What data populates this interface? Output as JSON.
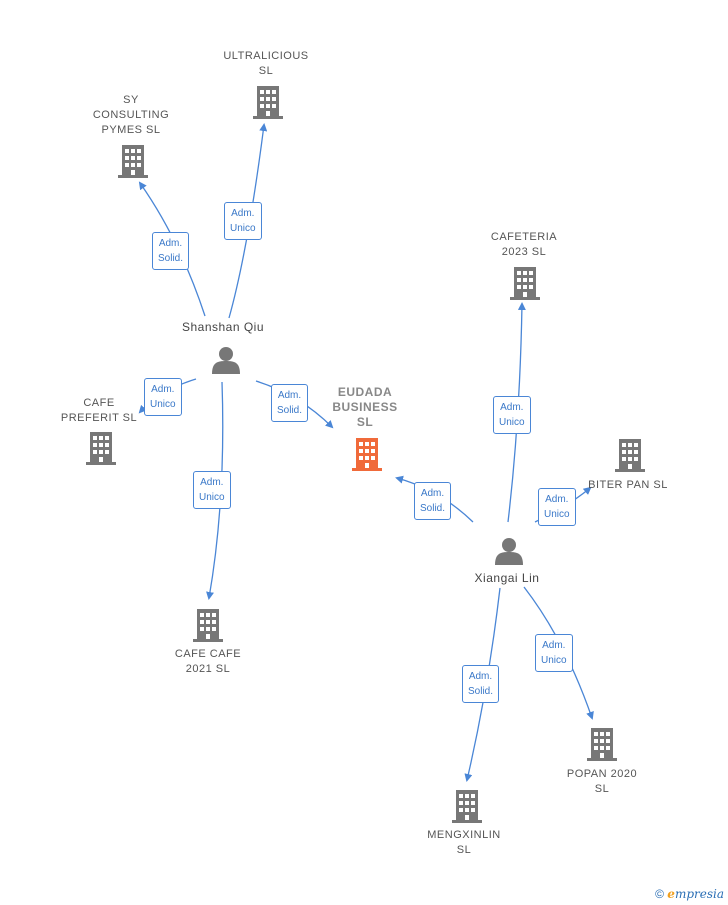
{
  "colors": {
    "edge": "#4a86d6",
    "company": "#777777",
    "focus_company": "#f06a3a",
    "person": "#777777"
  },
  "companies": [
    {
      "id": "ultralicious",
      "label": "ULTRALICIOUS\nSL",
      "focus": false
    },
    {
      "id": "sy-consulting",
      "label": "SY\nCONSULTING\nPYMES  SL",
      "focus": false
    },
    {
      "id": "cafe-preferit",
      "label": "CAFE\nPREFERIT  SL",
      "focus": false
    },
    {
      "id": "eudada",
      "label": "EUDADA\nBUSINESS\nSL",
      "focus": true
    },
    {
      "id": "cafe-cafe",
      "label": "CAFE CAFE\n2021  SL",
      "focus": false
    },
    {
      "id": "cafeteria",
      "label": "CAFETERIA\n2023  SL",
      "focus": false
    },
    {
      "id": "biter-pan",
      "label": "BITER PAN  SL",
      "focus": false
    },
    {
      "id": "popan",
      "label": "POPAN 2020\nSL",
      "focus": false
    },
    {
      "id": "mengxinlin",
      "label": "MENGXINLIN\nSL",
      "focus": false
    }
  ],
  "people": [
    {
      "id": "shanshan",
      "label": "Shanshan Qiu"
    },
    {
      "id": "xiangai",
      "label": "Xiangai Lin"
    }
  ],
  "edges": [
    {
      "id": "e1",
      "label": "Adm.\nUnico"
    },
    {
      "id": "e2",
      "label": "Adm.\nSolid."
    },
    {
      "id": "e3",
      "label": "Adm.\nUnico"
    },
    {
      "id": "e4",
      "label": "Adm.\nSolid."
    },
    {
      "id": "e5",
      "label": "Adm.\nUnico"
    },
    {
      "id": "e6",
      "label": "Adm.\nUnico"
    },
    {
      "id": "e7",
      "label": "Adm.\nSolid."
    },
    {
      "id": "e8",
      "label": "Adm.\nUnico"
    },
    {
      "id": "e9",
      "label": "Adm.\nUnico"
    },
    {
      "id": "e10",
      "label": "Adm.\nSolid."
    }
  ],
  "footer": {
    "copyright": "©",
    "brand_e": "e",
    "brand_rest": "mpresia"
  }
}
